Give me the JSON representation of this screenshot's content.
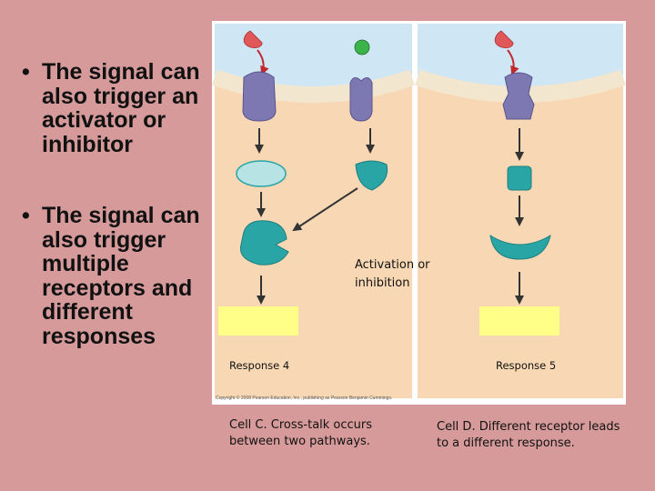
{
  "bullets": [
    {
      "text": "The signal can also trigger an activator or inhibitor"
    },
    {
      "text": "The signal can also trigger multiple receptors and different responses"
    }
  ],
  "bullet_glyph": "•",
  "figure": {
    "activation_label": "Activation or inhibition",
    "response_4": "Response 4",
    "response_5": "Response 5",
    "copyright": "Copyright © 2008 Pearson Education, Inc., publishing as Pearson Benjamin Cummings."
  },
  "captions": {
    "cell_c": "Cell C. Cross-talk occurs between two pathways.",
    "cell_d": "Cell D. Different receptor leads to a different response."
  },
  "colors": {
    "background": "#d69a9a",
    "cytoplasm": "#f8d8b4",
    "extracellular": "#cfe6f4",
    "membrane": "#f3e6cf",
    "receptor": "#7d77b2",
    "relay": "#2aa5a6",
    "relay_light": "#b8e3e4",
    "response_box": "#ffff88",
    "signal_red": "#e0585a",
    "signal_green": "#3cb44a"
  }
}
